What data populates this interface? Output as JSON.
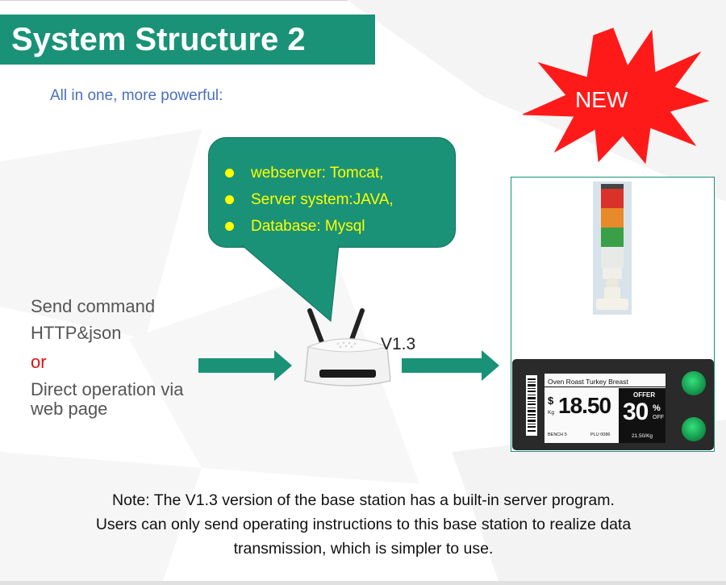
{
  "slide": {
    "title": "System Structure 2",
    "subtitle": "All in one, more powerful:",
    "badge": "NEW",
    "callout_items": [
      "webserver: Tomcat,",
      "Server system:JAVA,",
      "Database: Mysql"
    ],
    "left_lines": {
      "line1": "Send command",
      "line2": "HTTP&json",
      "or": "or",
      "line3": "Direct operation via",
      "line4": "web page"
    },
    "version_label": "V1.3",
    "note": {
      "line1": "Note: The V1.3 version of the base station has a built-in server program.",
      "line2": "Users can only send operating instructions to this base station to realize data",
      "line3": "transmission, which is simpler to use."
    },
    "esl_label": {
      "product": "Oven Roast Turkey Breast",
      "currency": "$",
      "weight_unit": "Kg",
      "price": "18.50",
      "offer": "OFFER",
      "percent": "30",
      "percent_sign": "%",
      "off": "OFF",
      "bench": "BENCH 5",
      "plu": "PLU 0086",
      "unit_price": "21.50/Kg"
    },
    "icons": [
      "arrow-right-icon",
      "router-icon",
      "starburst-icon",
      "signal-light-tower-icon",
      "barcode-icon"
    ],
    "colors": {
      "accent": "#1a9277",
      "callout_text": "#ffff00",
      "badge": "#ff1a1a",
      "subtitle": "#4a6fc0",
      "or_text": "#e01010"
    }
  }
}
